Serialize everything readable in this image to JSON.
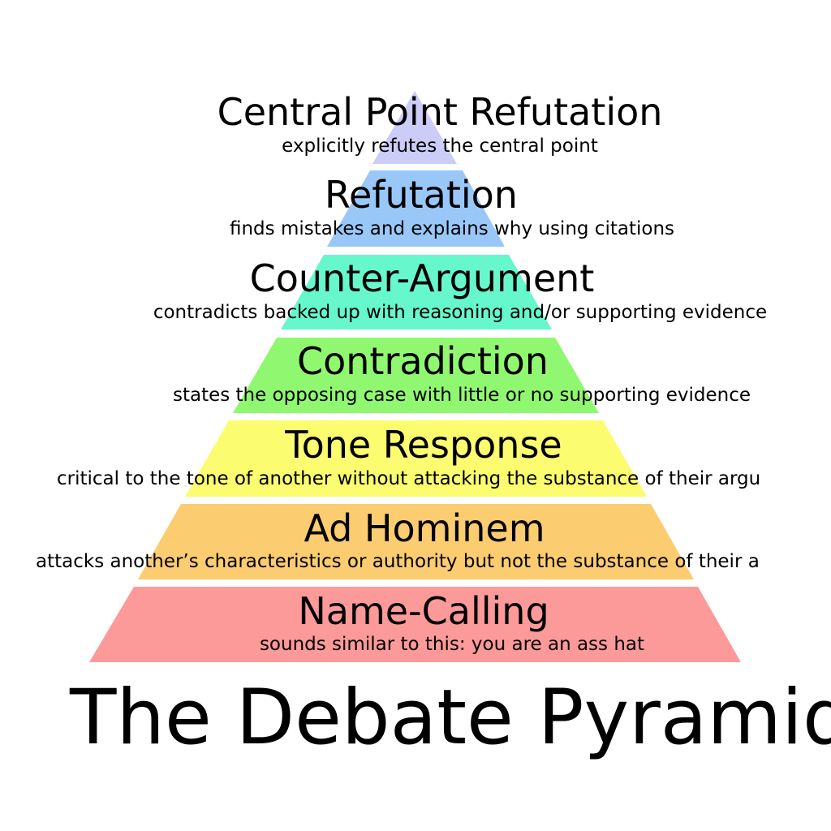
{
  "title": "The Debate Pyramid",
  "tiers": [
    {
      "title": "Central Point Refutation",
      "description": "explicitly refutes the central point",
      "color": "#ccccf8"
    },
    {
      "title": "Refutation",
      "description": "finds mistakes and explains why using citations",
      "color": "#99c8f8"
    },
    {
      "title": "Counter-Argument",
      "description": "contradicts backed up with reasoning and/or supporting evidence",
      "color": "#66f8cc"
    },
    {
      "title": "Contradiction",
      "description": "states the opposing case with little or no supporting evidence",
      "color": "#90f870"
    },
    {
      "title": "Tone Response",
      "description": "critical to the tone of another without attacking the substance of their argu",
      "color": "#fcfc70"
    },
    {
      "title": "Ad Hominem",
      "description": "attacks another’s characteristics or authority but not the substance of their a",
      "color": "#fccc70"
    },
    {
      "title": "Name-Calling",
      "description": "sounds similar to this: you are an ass hat",
      "color": "#fc9999"
    }
  ]
}
